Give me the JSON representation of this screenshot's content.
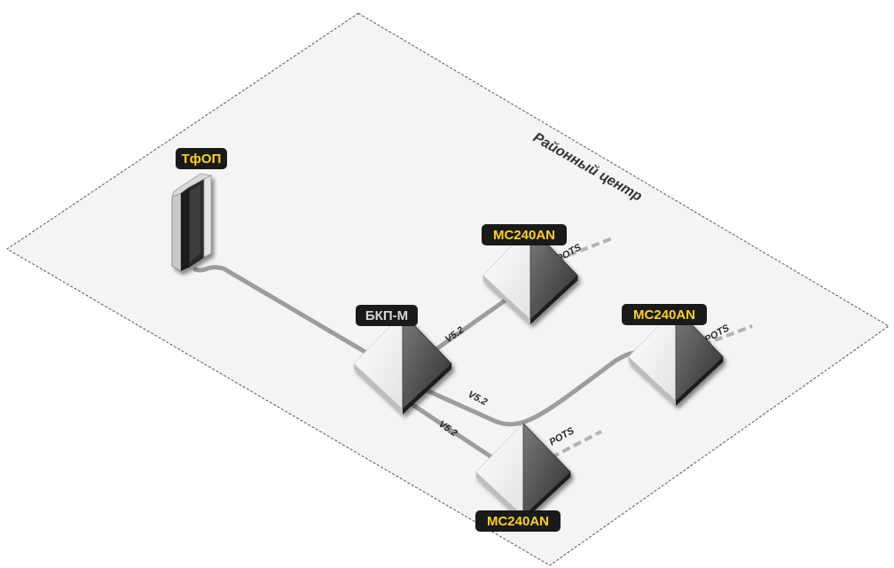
{
  "region_label": "Районный центр",
  "nodes": {
    "pstn": "ТфОП",
    "hub": "БКП-М",
    "node_top": "MC240AN",
    "node_right": "MC240AN",
    "node_bottom": "MC240AN"
  },
  "links": {
    "top": "V5.2",
    "right": "V5.2",
    "bottom": "V5.2"
  },
  "pots": {
    "top": "POTS",
    "right": "POTS",
    "bottom": "POTS"
  }
}
